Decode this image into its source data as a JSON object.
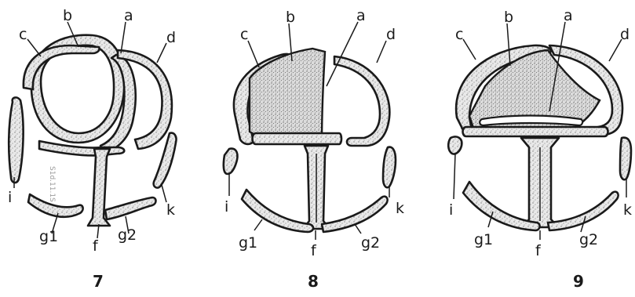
{
  "figures": [
    {
      "number": "7",
      "labels": {
        "a": "a",
        "b": "b",
        "c": "c",
        "d": "d",
        "i": "i",
        "k": "k",
        "f": "f",
        "g1": "g1",
        "g2": "g2"
      },
      "margin_note": "S1d.11.1S"
    },
    {
      "number": "8",
      "labels": {
        "a": "a",
        "b": "b",
        "c": "c",
        "d": "d",
        "i": "i",
        "k": "k",
        "f": "f",
        "g1": "g1",
        "g2": "g2"
      }
    },
    {
      "number": "9",
      "labels": {
        "a": "a",
        "b": "b",
        "c": "c",
        "d": "d",
        "i": "i",
        "k": "k",
        "f": "f",
        "g1": "g1",
        "g2": "g2"
      }
    }
  ],
  "colors": {
    "ink": "#1a1a1a",
    "paper": "#ffffff",
    "stipple": "#8a8a8a"
  }
}
